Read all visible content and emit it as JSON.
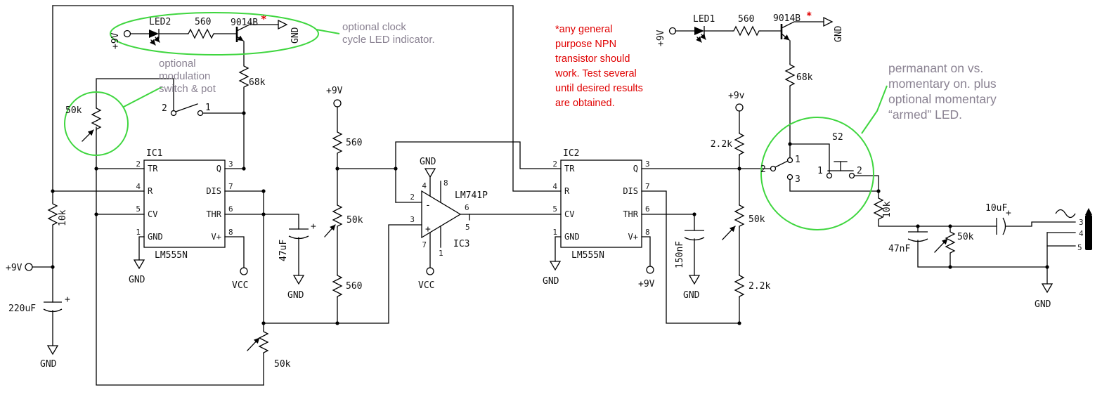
{
  "colors": {
    "green": "#3fd63f",
    "gray": "#8a8292",
    "red": "#e00000",
    "wire": "#000000"
  },
  "ann": {
    "clock1": "optional clock",
    "clock2": "cycle LED indicator.",
    "mod1": "optional",
    "mod2": "modulation",
    "mod3": "switch & pot",
    "npn1": "*any general",
    "npn2": "purpose NPN",
    "npn3": "transistor should",
    "npn4": "work.  Test several",
    "npn5": "until desired results",
    "npn6": "are obtained.",
    "sw1": "permanant on vs.",
    "sw2": "momentary on. plus",
    "sw3": "optional momentary",
    "sw4": "“armed” LED."
  },
  "tl": {
    "p9v": "+9V",
    "led": "LED2",
    "r": "560",
    "q": "9014B",
    "star": "*",
    "gnd": "GND",
    "r68": "68k"
  },
  "tr": {
    "p9v": "+9V",
    "led": "LED1",
    "r": "560",
    "q": "9014B",
    "star": "*",
    "gnd": "GND",
    "r68": "68k"
  },
  "left": {
    "r10k": "10k",
    "p9v": "+9V",
    "c220": "220uF",
    "gnd": "GND"
  },
  "mod": {
    "pot": "50k",
    "s2": "2",
    "s1": "1"
  },
  "ic1": {
    "name": "IC1",
    "part": "LM555N",
    "tr": "TR",
    "q": "Q",
    "r": "R",
    "dis": "DIS",
    "cv": "CV",
    "thr": "THR",
    "gnd": "GND",
    "vp": "V+",
    "p1": "1",
    "p2": "2",
    "p3": "3",
    "p4": "4",
    "p5": "5",
    "p6": "6",
    "p7": "7",
    "p8": "8",
    "gndlbl": "GND",
    "vcc": "VCC"
  },
  "mid": {
    "p9v": "+9V",
    "r1": "560",
    "pot": "50k",
    "r2": "560",
    "cap": "47uF",
    "gnd": "GND"
  },
  "ic3": {
    "gnd": "GND",
    "part": "LM741P",
    "name": "IC3",
    "vcc": "VCC",
    "p1": "1",
    "p2": "2",
    "p3": "3",
    "p4": "4",
    "p5": "5",
    "p6": "6",
    "p7": "7",
    "p8": "8",
    "minus": "-",
    "plus": "+"
  },
  "ic2": {
    "name": "IC2",
    "part": "LM555N",
    "tr": "TR",
    "q": "Q",
    "r": "R",
    "dis": "DIS",
    "cv": "CV",
    "thr": "THR",
    "gnd": "GND",
    "vp": "V+",
    "p1": "1",
    "p2": "2",
    "p3": "3",
    "p4": "4",
    "p5": "5",
    "p6": "6",
    "p7": "7",
    "p8": "8",
    "gndlbl": "GND",
    "p9v": "+9V"
  },
  "rc": {
    "p9v": "+9v",
    "r1": "2.2k",
    "pot": "50k",
    "r2": "2.2k",
    "cap": "150nF",
    "gnd": "GND"
  },
  "s2": {
    "name": "S2",
    "t2": "2",
    "t1": "1",
    "t3": "3",
    "b1": "1",
    "b2": "2"
  },
  "out": {
    "r10k": "10k",
    "c47": "47nF",
    "pot": "50k",
    "c10": "10uF",
    "j3": "3",
    "j4": "4",
    "j5": "5",
    "gnd": "GND"
  },
  "bot": {
    "pot": "50k"
  },
  "sym": {
    "plus": "+"
  }
}
